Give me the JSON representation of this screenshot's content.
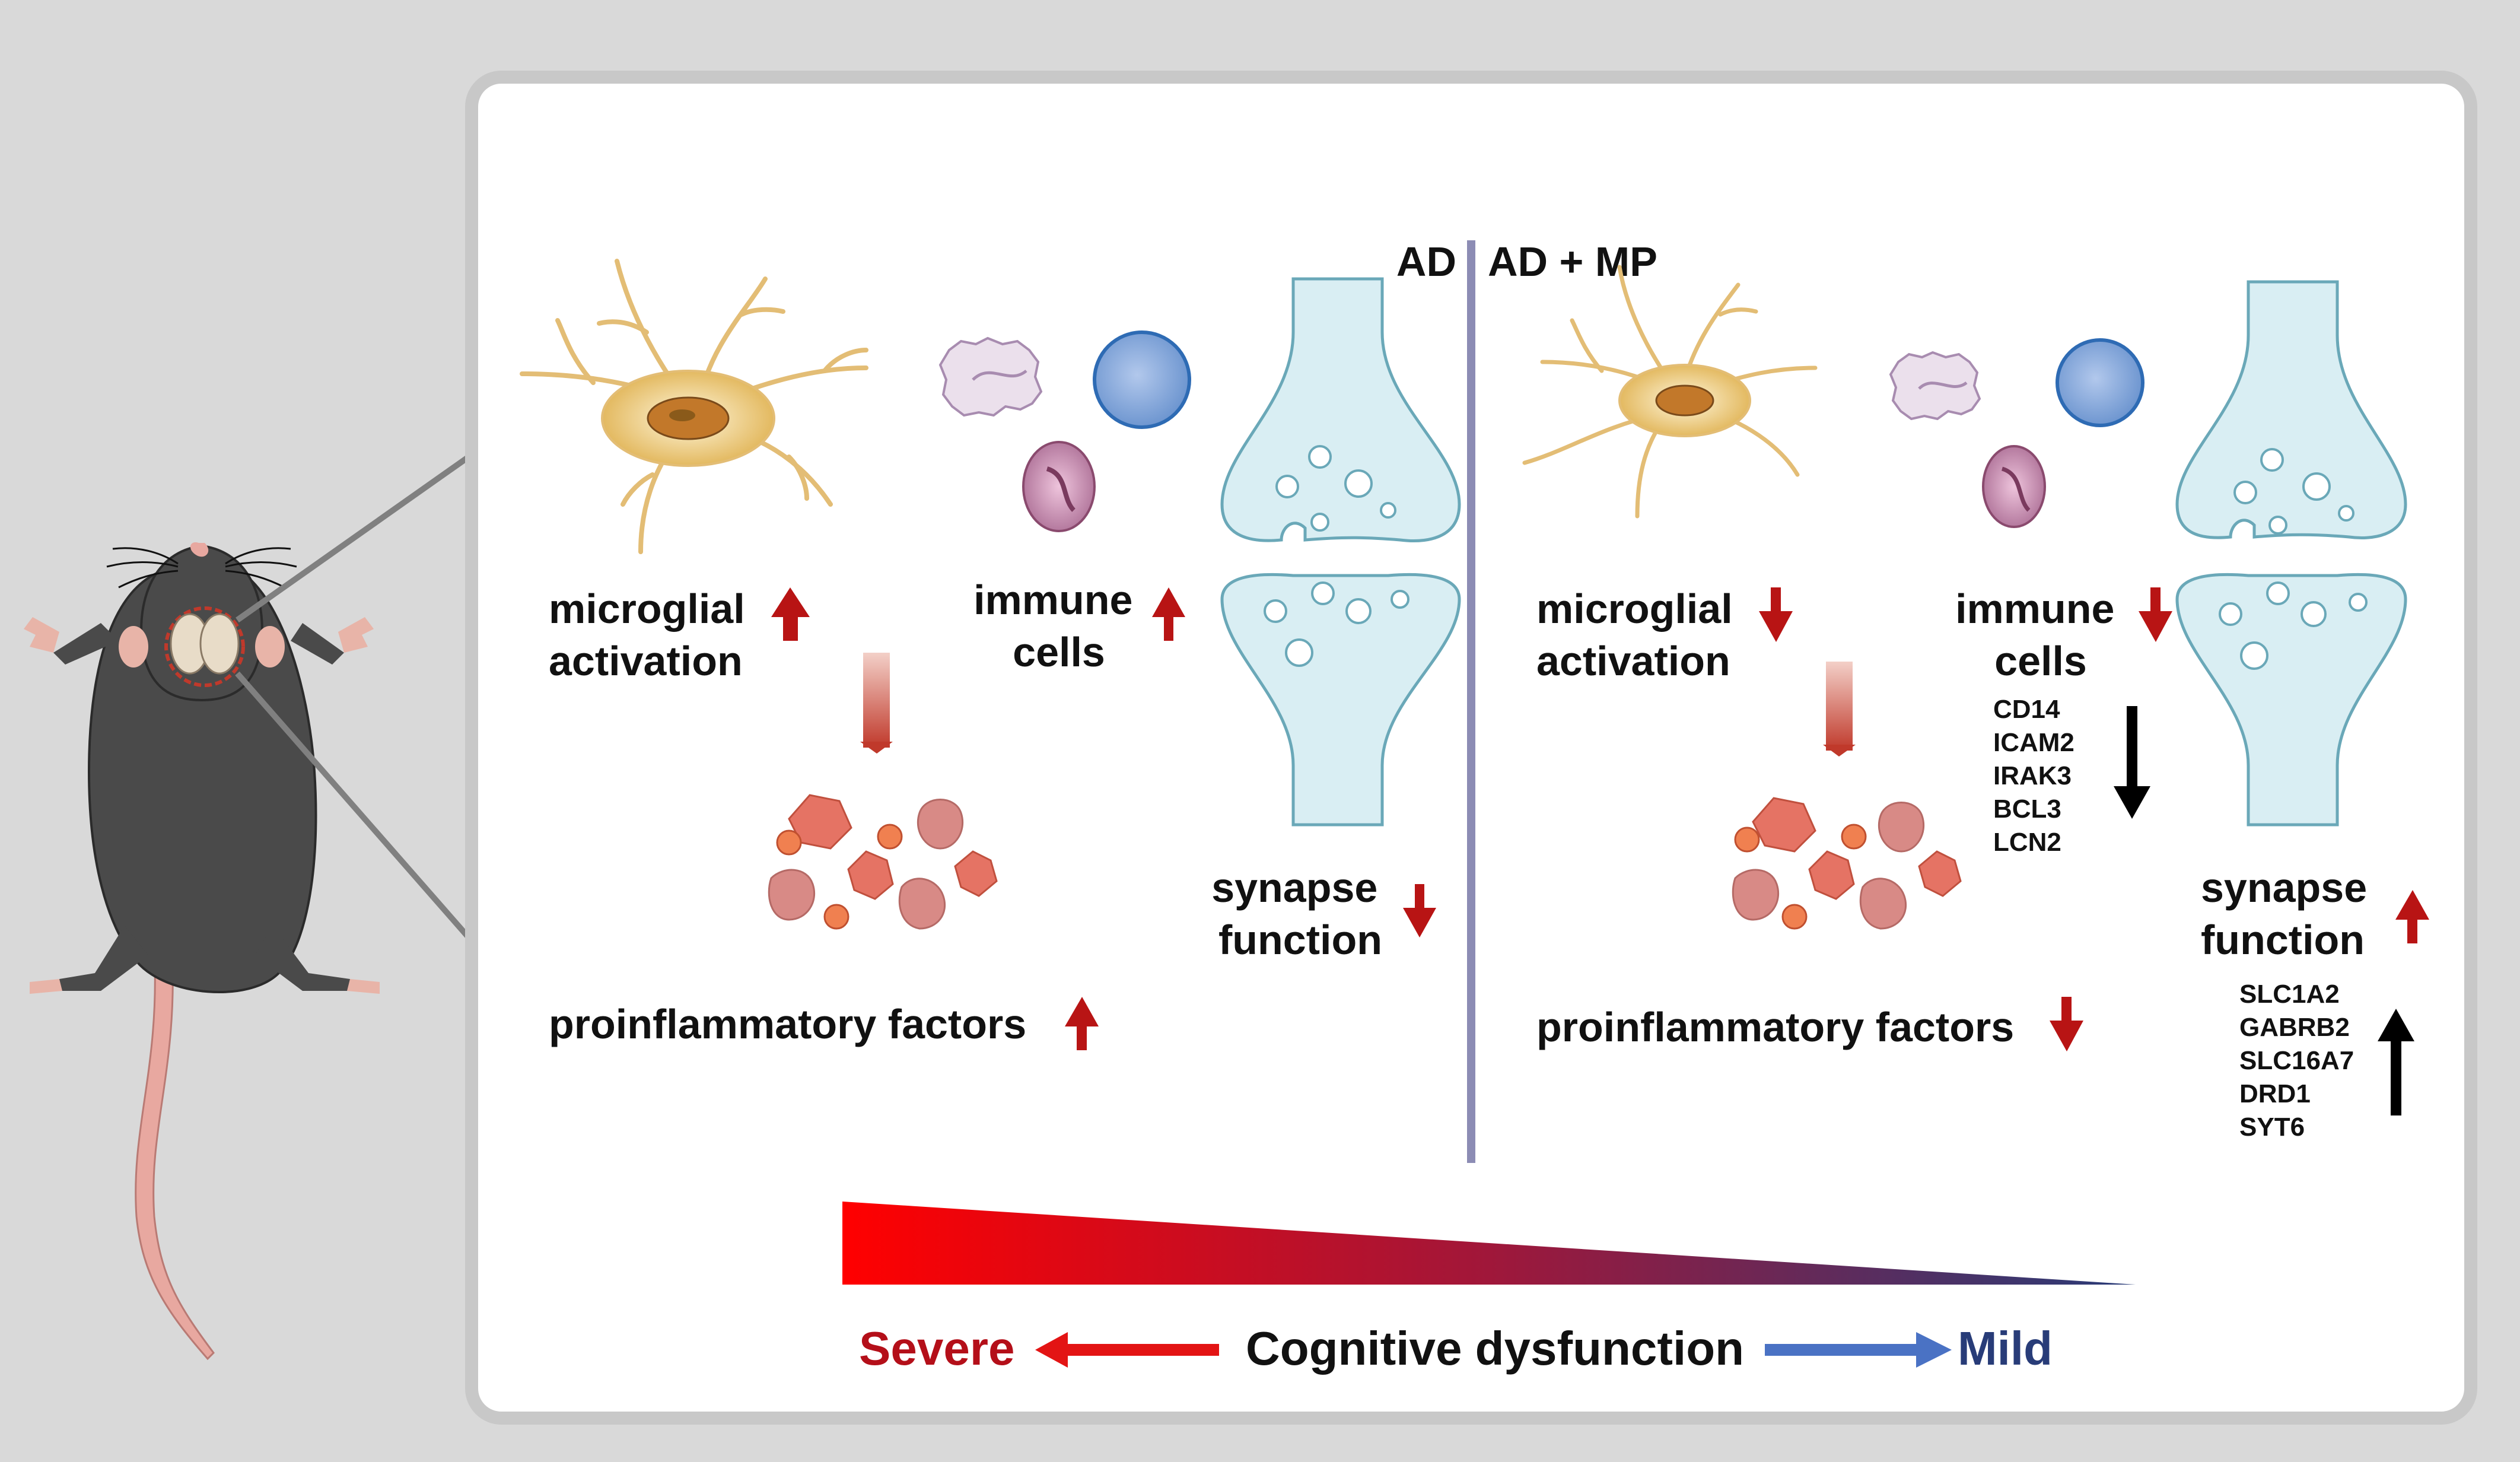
{
  "headers": {
    "left": "AD",
    "right": "AD + MP"
  },
  "left": {
    "microglia": [
      "microglial",
      "activation"
    ],
    "immune": [
      "immune",
      "cells"
    ],
    "synapse": [
      "synapse",
      "function"
    ],
    "proinflammatory": "proinflammatory factors"
  },
  "right": {
    "microglia": [
      "microglial",
      "activation"
    ],
    "immune": [
      "immune",
      "cells"
    ],
    "synapse": [
      "synapse",
      "function"
    ],
    "proinflammatory": "proinflammatory factors",
    "immune_genes": [
      "CD14",
      "ICAM2",
      "IRAK3",
      "BCL3",
      "LCN2"
    ],
    "synapse_genes": [
      "SLC1A2",
      "GABRB2",
      "SLC16A7",
      "DRD1",
      "SYT6"
    ]
  },
  "legend": {
    "left": "Severe",
    "center": "Cognitive dysfunction",
    "right": "Mild"
  },
  "colors": {
    "up_arrow": "#b81414",
    "gene_arrow": "#000000",
    "divider": "#8c8cb4",
    "severe": "#b40f19",
    "mild": "#283c78",
    "gradient_start": "#ff0000",
    "gradient_end": "#283c78"
  }
}
